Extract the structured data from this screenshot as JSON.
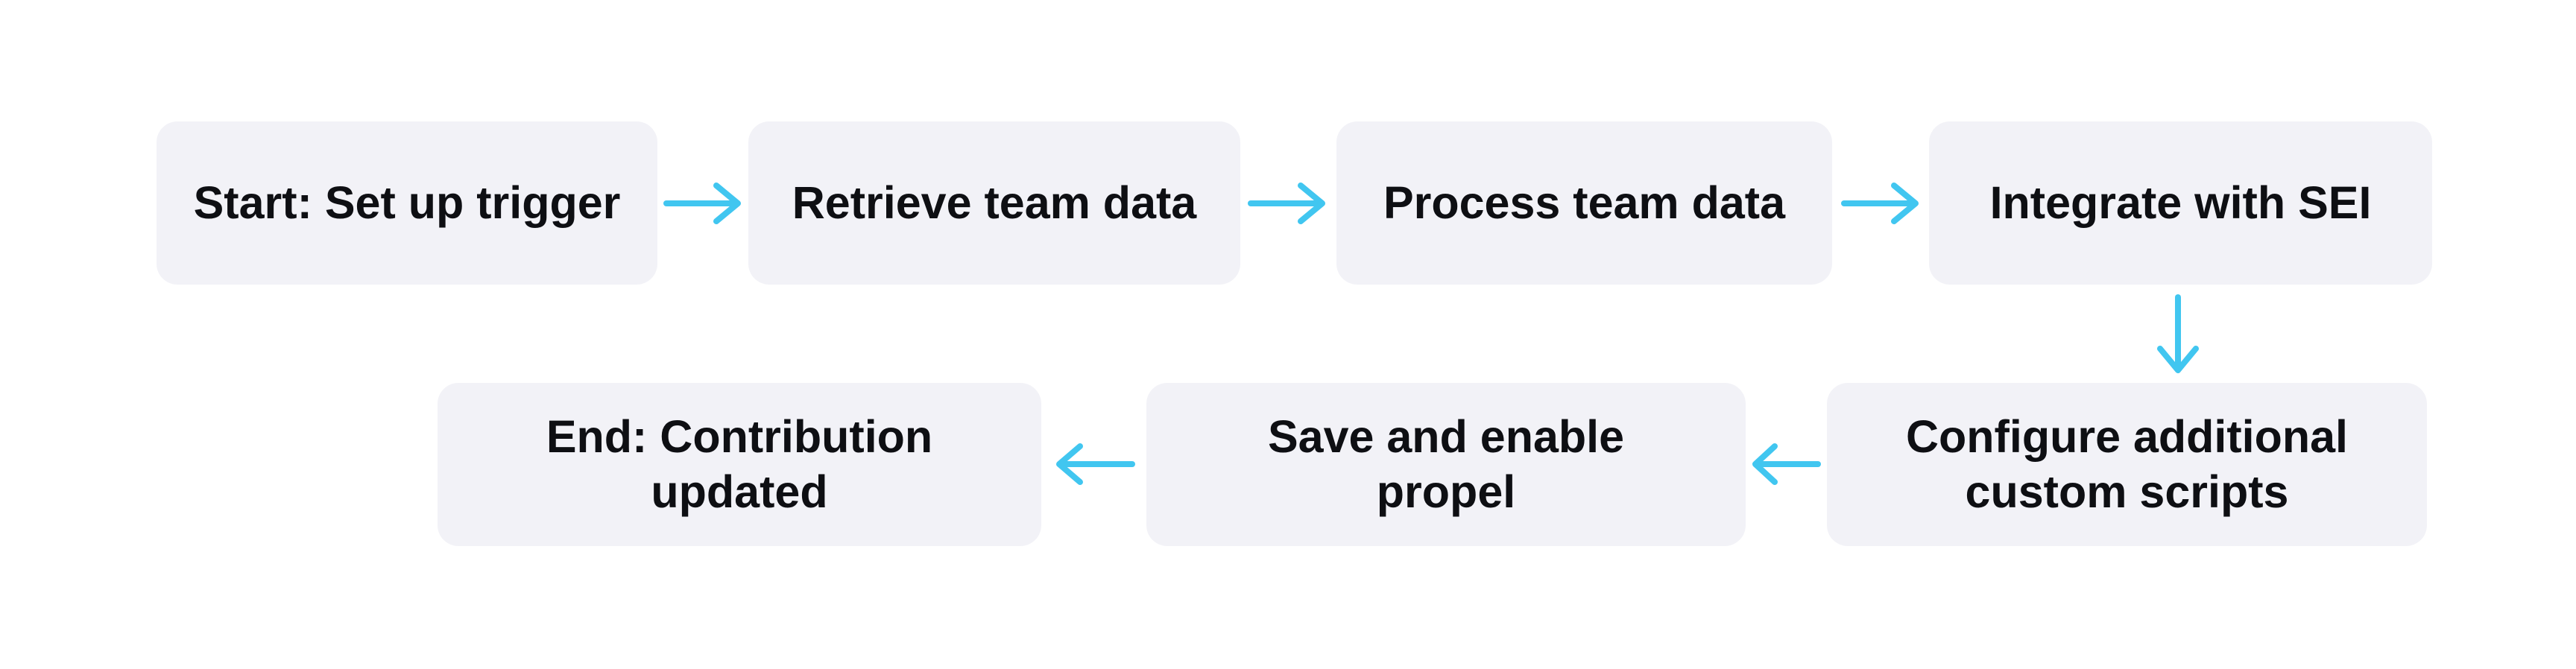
{
  "colors": {
    "background": "#ffffff",
    "node_fill": "#f2f2f7",
    "node_text": "#0e0f13",
    "arrow": "#41c6f0"
  },
  "flowchart": {
    "type": "flowchart",
    "direction": "left-to-right top row, wraps down and flows right-to-left on bottom row",
    "nodes": [
      {
        "id": "start",
        "label": "Start: Set up trigger"
      },
      {
        "id": "retrieve",
        "label": "Retrieve team data"
      },
      {
        "id": "process",
        "label": "Process team data"
      },
      {
        "id": "integrate",
        "label": "Integrate with SEI"
      },
      {
        "id": "configure",
        "label": "Configure additional custom scripts"
      },
      {
        "id": "save",
        "label": "Save and enable propel"
      },
      {
        "id": "end",
        "label": "End: Contribution updated"
      }
    ],
    "edges": [
      {
        "from": "start",
        "to": "retrieve",
        "direction": "right"
      },
      {
        "from": "retrieve",
        "to": "process",
        "direction": "right"
      },
      {
        "from": "process",
        "to": "integrate",
        "direction": "right"
      },
      {
        "from": "integrate",
        "to": "configure",
        "direction": "down"
      },
      {
        "from": "configure",
        "to": "save",
        "direction": "left"
      },
      {
        "from": "save",
        "to": "end",
        "direction": "left"
      }
    ]
  }
}
